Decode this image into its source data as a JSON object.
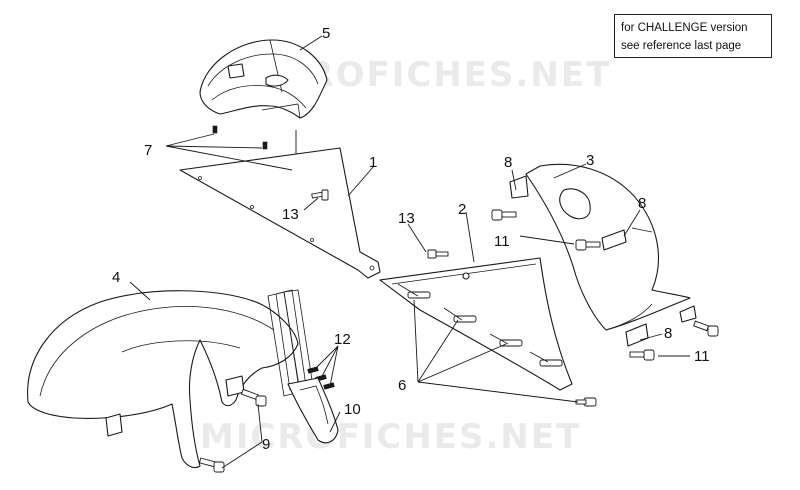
{
  "note": {
    "line1": "for CHALLENGE version",
    "line2": "see reference last page"
  },
  "watermark": "MICROFICHES.NET",
  "callouts": {
    "c1": "1",
    "c2": "2",
    "c3": "3",
    "c4": "4",
    "c5": "5",
    "c6": "6",
    "c7": "7",
    "c8a": "8",
    "c8b": "8",
    "c8c": "8",
    "c9": "9",
    "c10": "10",
    "c11a": "11",
    "c11b": "11",
    "c12": "12",
    "c13a": "13",
    "c13b": "13"
  }
}
